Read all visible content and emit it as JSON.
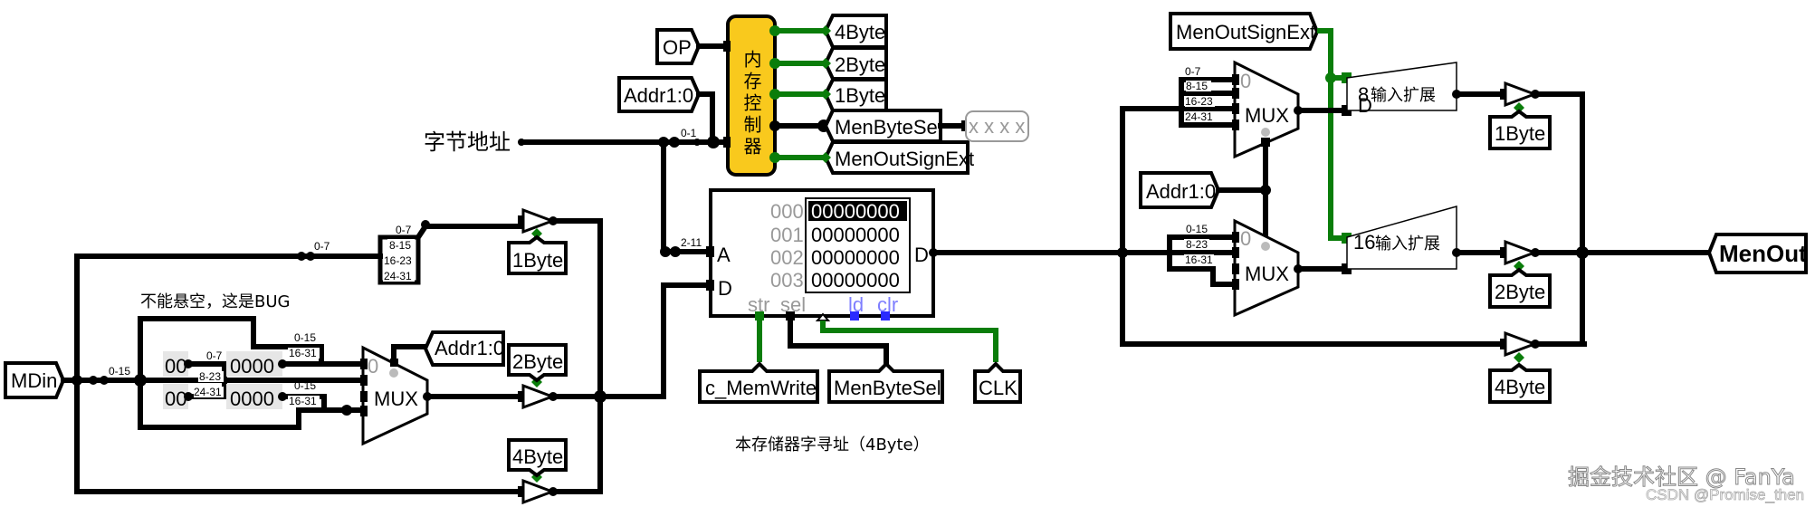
{
  "pins": {
    "mdin": "MDin",
    "men_out": "MenOut",
    "op": "OP",
    "addr_top": "Addr1:0",
    "addr_mid": "Addr1:0",
    "addr_right": "Addr1:0",
    "men_out_sign_ext_right": "MenOutSignExt"
  },
  "labels": {
    "byte_address": "字节地址",
    "bug_note": "不能悬空，这是BUG",
    "ram_note": "本存储器字寻址（4Byte）",
    "mem_controller": "内存控制器",
    "mux": "MUX",
    "mux_zero": "0"
  },
  "controller_outputs": [
    "4Byte",
    "2Byte",
    "1Byte",
    "MenByteSel",
    "MenOutSignExt"
  ],
  "probe_value": "x x x x",
  "tunnels": {
    "left_1byte": "1Byte",
    "left_2byte": "2Byte",
    "left_4byte": "4Byte",
    "right_1byte": "1Byte",
    "right_2byte": "2Byte",
    "right_4byte": "4Byte",
    "c_memwrite": "c_MemWrite",
    "menbytesel": "MenByteSel",
    "clk": "CLK"
  },
  "splitters": {
    "top_left": [
      "0-7",
      "8-15",
      "16-23",
      "24-31"
    ],
    "top_left_in": "0-7",
    "mdin_split": "0-15",
    "const_upper": [
      "0-7",
      "8-23"
    ],
    "const_lower": [
      "24-31"
    ],
    "mux_in_upper": [
      "0-15",
      "16-31"
    ],
    "mux_in_lower": [
      "0-15",
      "16-31"
    ],
    "addr_split": "0-1",
    "ram_addr_split": "2-11",
    "right_top": [
      "0-7",
      "8-15",
      "16-23",
      "24-31"
    ],
    "right_bottom": [
      "0-15",
      "8-23",
      "16-31"
    ]
  },
  "constants": {
    "byte_const_a": "00",
    "byte_const_b": "00",
    "half_const_a": "0000",
    "half_const_b": "0000"
  },
  "ram": {
    "port_a": "A",
    "port_d_in": "D",
    "port_d_out": "D",
    "pins": [
      "str",
      "sel",
      "ld",
      "clr"
    ],
    "rows": [
      {
        "addr": "000",
        "value": "00000000",
        "selected": true
      },
      {
        "addr": "001",
        "value": "00000000",
        "selected": false
      },
      {
        "addr": "002",
        "value": "00000000",
        "selected": false
      },
      {
        "addr": "003",
        "value": "00000000",
        "selected": false
      }
    ]
  },
  "extenders": [
    {
      "bits": "8",
      "label": "输入扩展",
      "port": "D"
    },
    {
      "bits": "16",
      "label": "输入扩展"
    }
  ],
  "watermark": {
    "main": "掘金技术社区 @ FanYa",
    "sub": "CSDN @Promise_then"
  },
  "colors": {
    "wire": "#000000",
    "active_wire": "#0a7d0a",
    "controller_fill": "#f9c91d",
    "ram_pin_blue": "#2a2aff"
  }
}
